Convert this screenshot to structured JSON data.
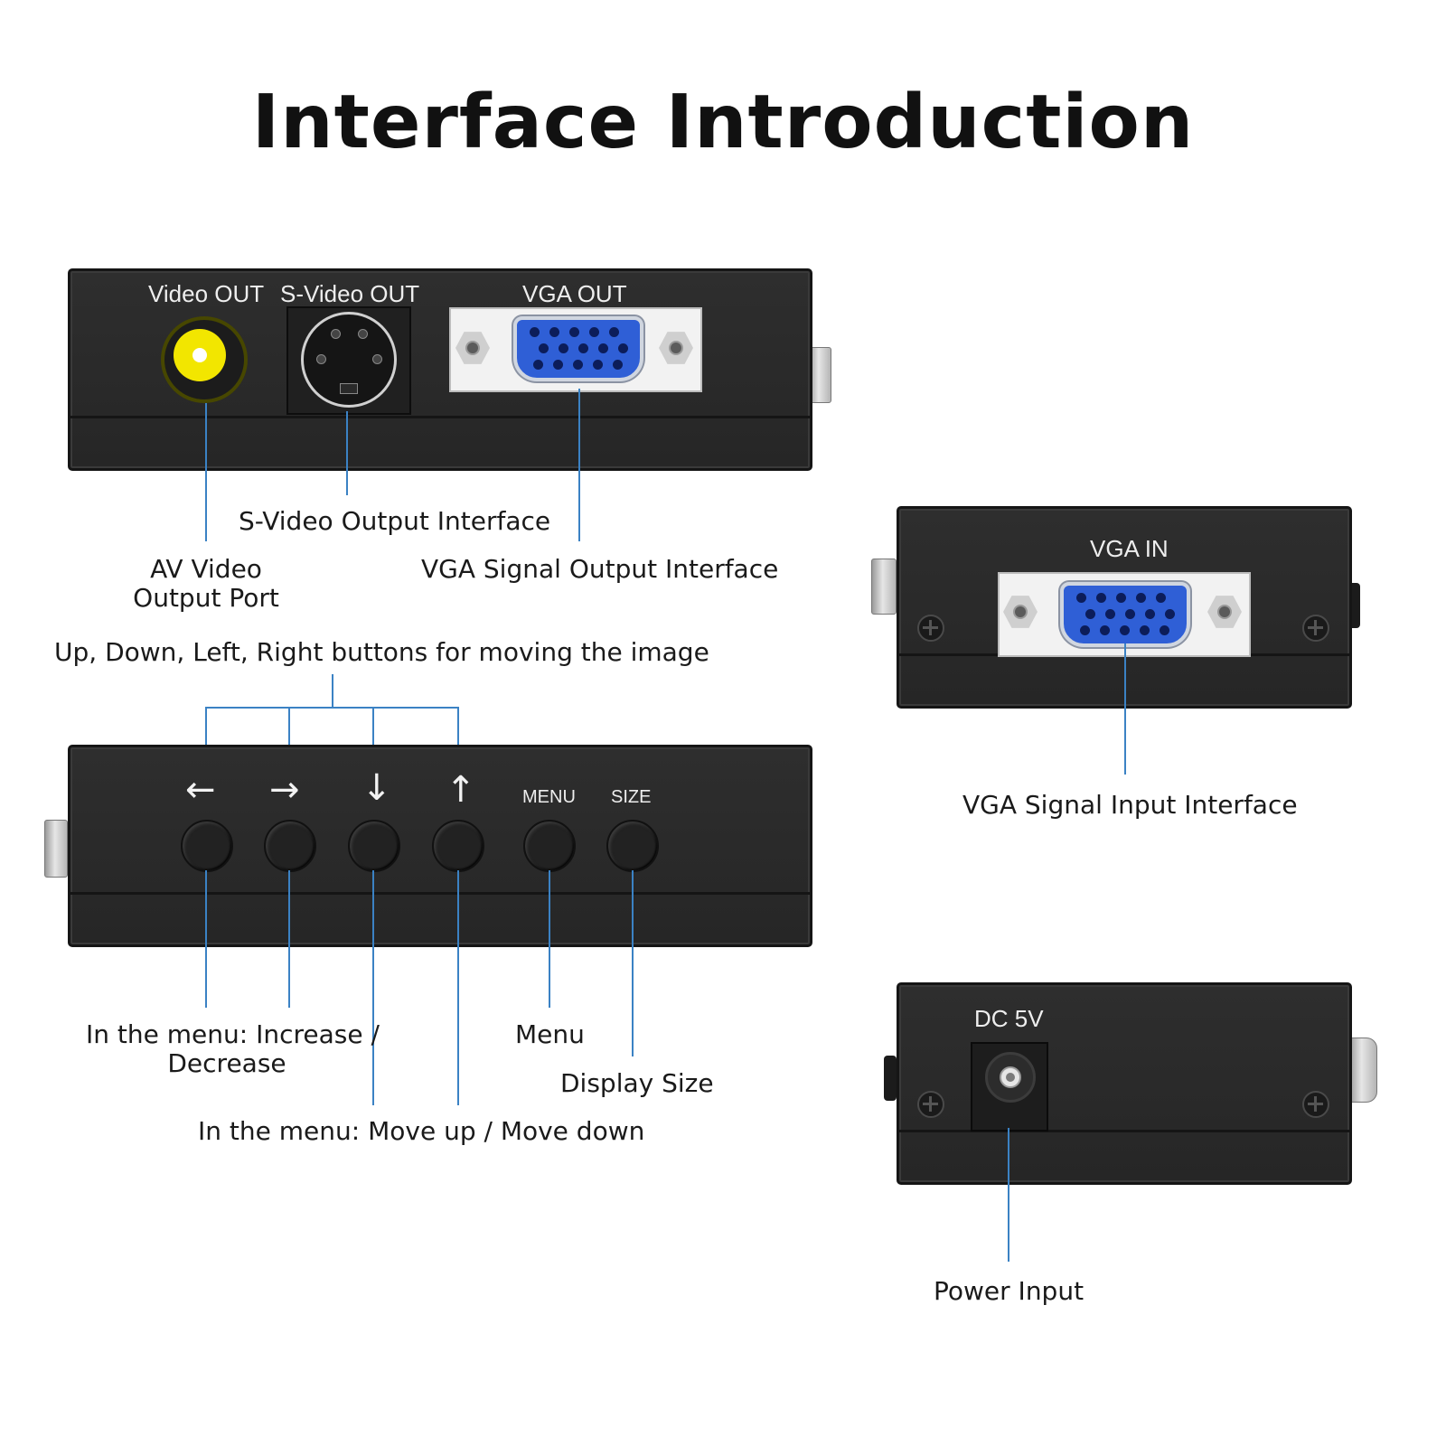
{
  "title": "Interface Introduction",
  "panels": {
    "top": {
      "video_out": "Video OUT",
      "svideo_out": "S-Video OUT",
      "vga_out": "VGA OUT"
    },
    "buttons": {
      "arrow_left": "←",
      "arrow_right": "→",
      "arrow_down": "↓",
      "arrow_up": "↑",
      "menu": "MENU",
      "size": "SIZE"
    },
    "vga_in": {
      "label": "VGA IN"
    },
    "power": {
      "label": "DC 5V"
    }
  },
  "callouts": {
    "svideo_output": "S-Video Output Interface",
    "av_video_line1": "AV Video",
    "av_video_line2": "Output Port",
    "vga_signal_output": "VGA Signal Output Interface",
    "move_buttons": "Up, Down, Left, Right buttons for moving the image",
    "increase_line1": "In the menu: Increase /",
    "increase_line2": "Decrease",
    "menu": "Menu",
    "display_size": "Display Size",
    "move_up_down": "In the menu: Move up / Move down",
    "vga_signal_input": "VGA Signal Input Interface",
    "power_input": "Power Input"
  },
  "colors": {
    "leader_line": "#3b82c4",
    "device_body": "#2a2a2a",
    "vga_connector": "#2f5fd6",
    "rca_jack": "#f2e600"
  }
}
